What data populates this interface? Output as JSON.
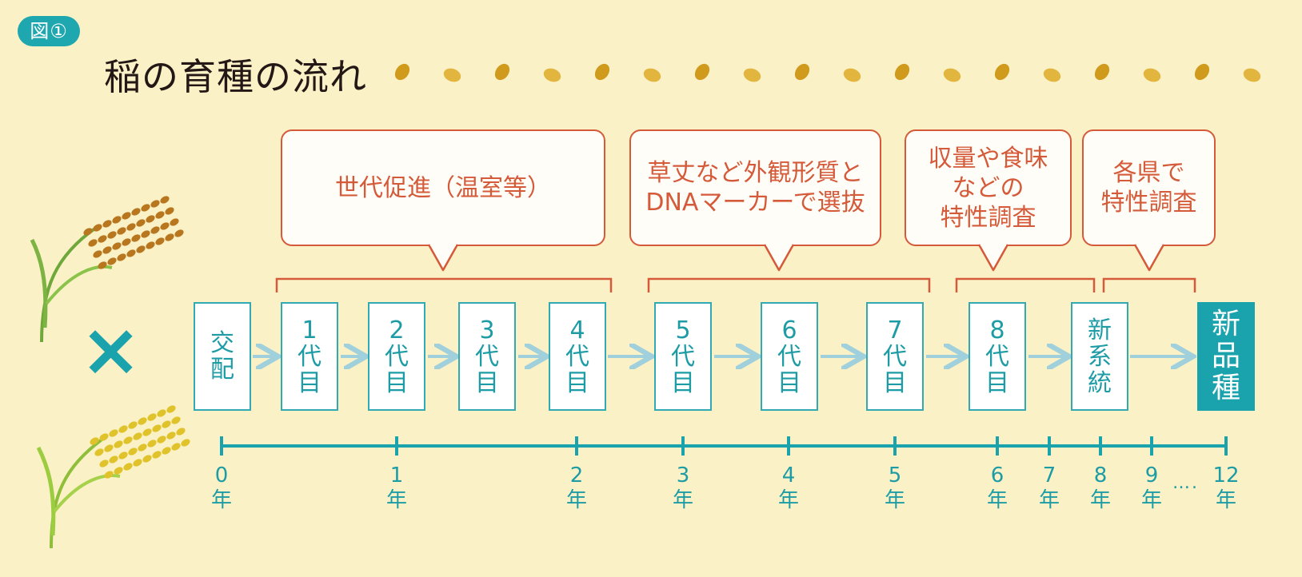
{
  "badge": "図①",
  "title": "稲の育種の流れ",
  "callouts": [
    {
      "text": "世代促進（温室等）"
    },
    {
      "text": "草丈など外観形質と\nDNAマーカーで選抜"
    },
    {
      "text": "収量や食味\nなどの\n特性調査"
    },
    {
      "text": "各県で\n特性調査"
    }
  ],
  "cross_symbol": "×",
  "steps": [
    {
      "label": "交配"
    },
    {
      "label": "1\n代\n目"
    },
    {
      "label": "2\n代\n目"
    },
    {
      "label": "3\n代\n目"
    },
    {
      "label": "4\n代\n目"
    },
    {
      "label": "5\n代\n目"
    },
    {
      "label": "6\n代\n目"
    },
    {
      "label": "7\n代\n目"
    },
    {
      "label": "8\n代\n目"
    },
    {
      "label": "新系統"
    },
    {
      "label": "新品種"
    }
  ],
  "years": [
    {
      "label": "0\n年"
    },
    {
      "label": "1\n年"
    },
    {
      "label": "2\n年"
    },
    {
      "label": "3\n年"
    },
    {
      "label": "4\n年"
    },
    {
      "label": "5\n年"
    },
    {
      "label": "6\n年"
    },
    {
      "label": "7\n年"
    },
    {
      "label": "8\n年"
    },
    {
      "label": "9\n年"
    },
    {
      "label": "12\n年"
    }
  ],
  "timeline_ellipsis": "….",
  "colors": {
    "background": "#fbf1c6",
    "teal": "#1aa3ac",
    "callout_red": "#d45a3a",
    "arrow": "#9fd0dc",
    "grain": "#d9a520"
  }
}
